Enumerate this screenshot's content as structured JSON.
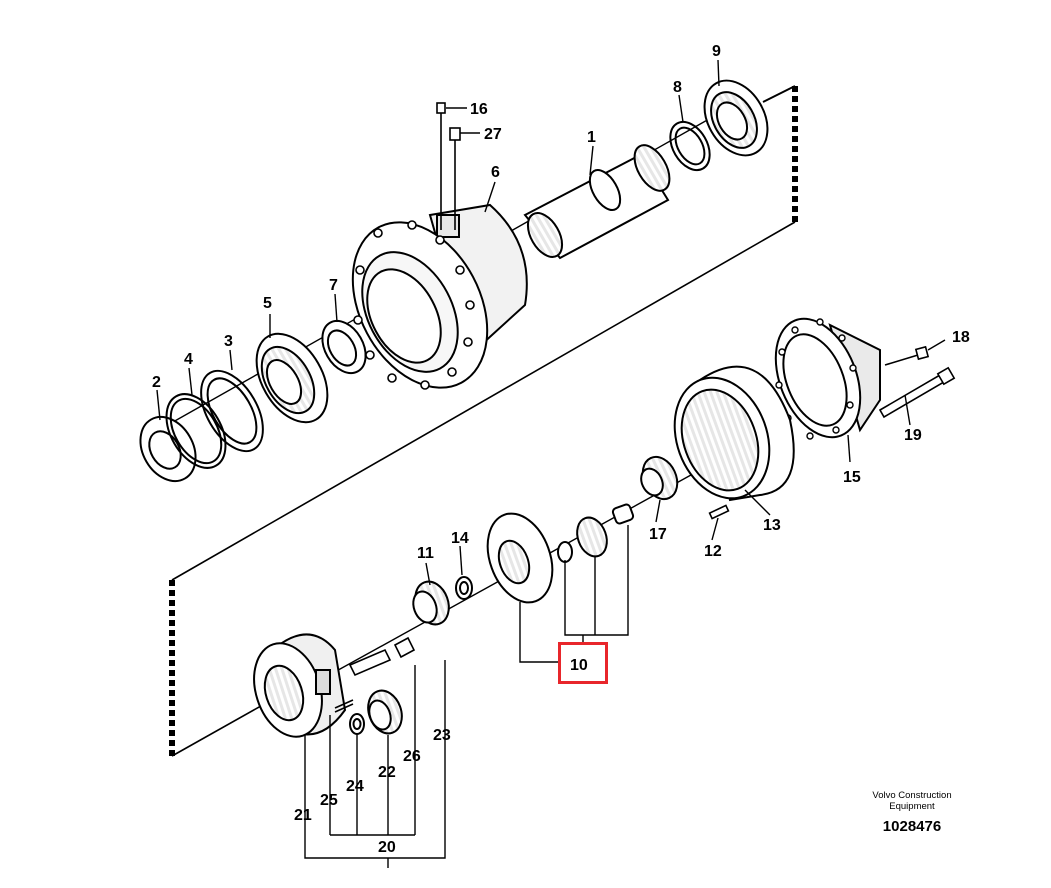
{
  "diagram": {
    "labels": {
      "l1": "1",
      "l2": "2",
      "l3": "3",
      "l4": "4",
      "l5": "5",
      "l6": "6",
      "l7": "7",
      "l8": "8",
      "l9": "9",
      "l10": "10",
      "l11": "11",
      "l12": "12",
      "l13": "13",
      "l14": "14",
      "l15": "15",
      "l16": "16",
      "l17": "17",
      "l18": "18",
      "l19": "19",
      "l20": "20",
      "l21": "21",
      "l22": "22",
      "l23": "23",
      "l24": "24",
      "l25": "25",
      "l26": "26",
      "l27": "27"
    },
    "highlighted_part": "10",
    "highlight_color": "#e8262b"
  },
  "credit": {
    "company_line1": "Volvo Construction",
    "company_line2": "Equipment",
    "drawing_number": "1028476"
  }
}
